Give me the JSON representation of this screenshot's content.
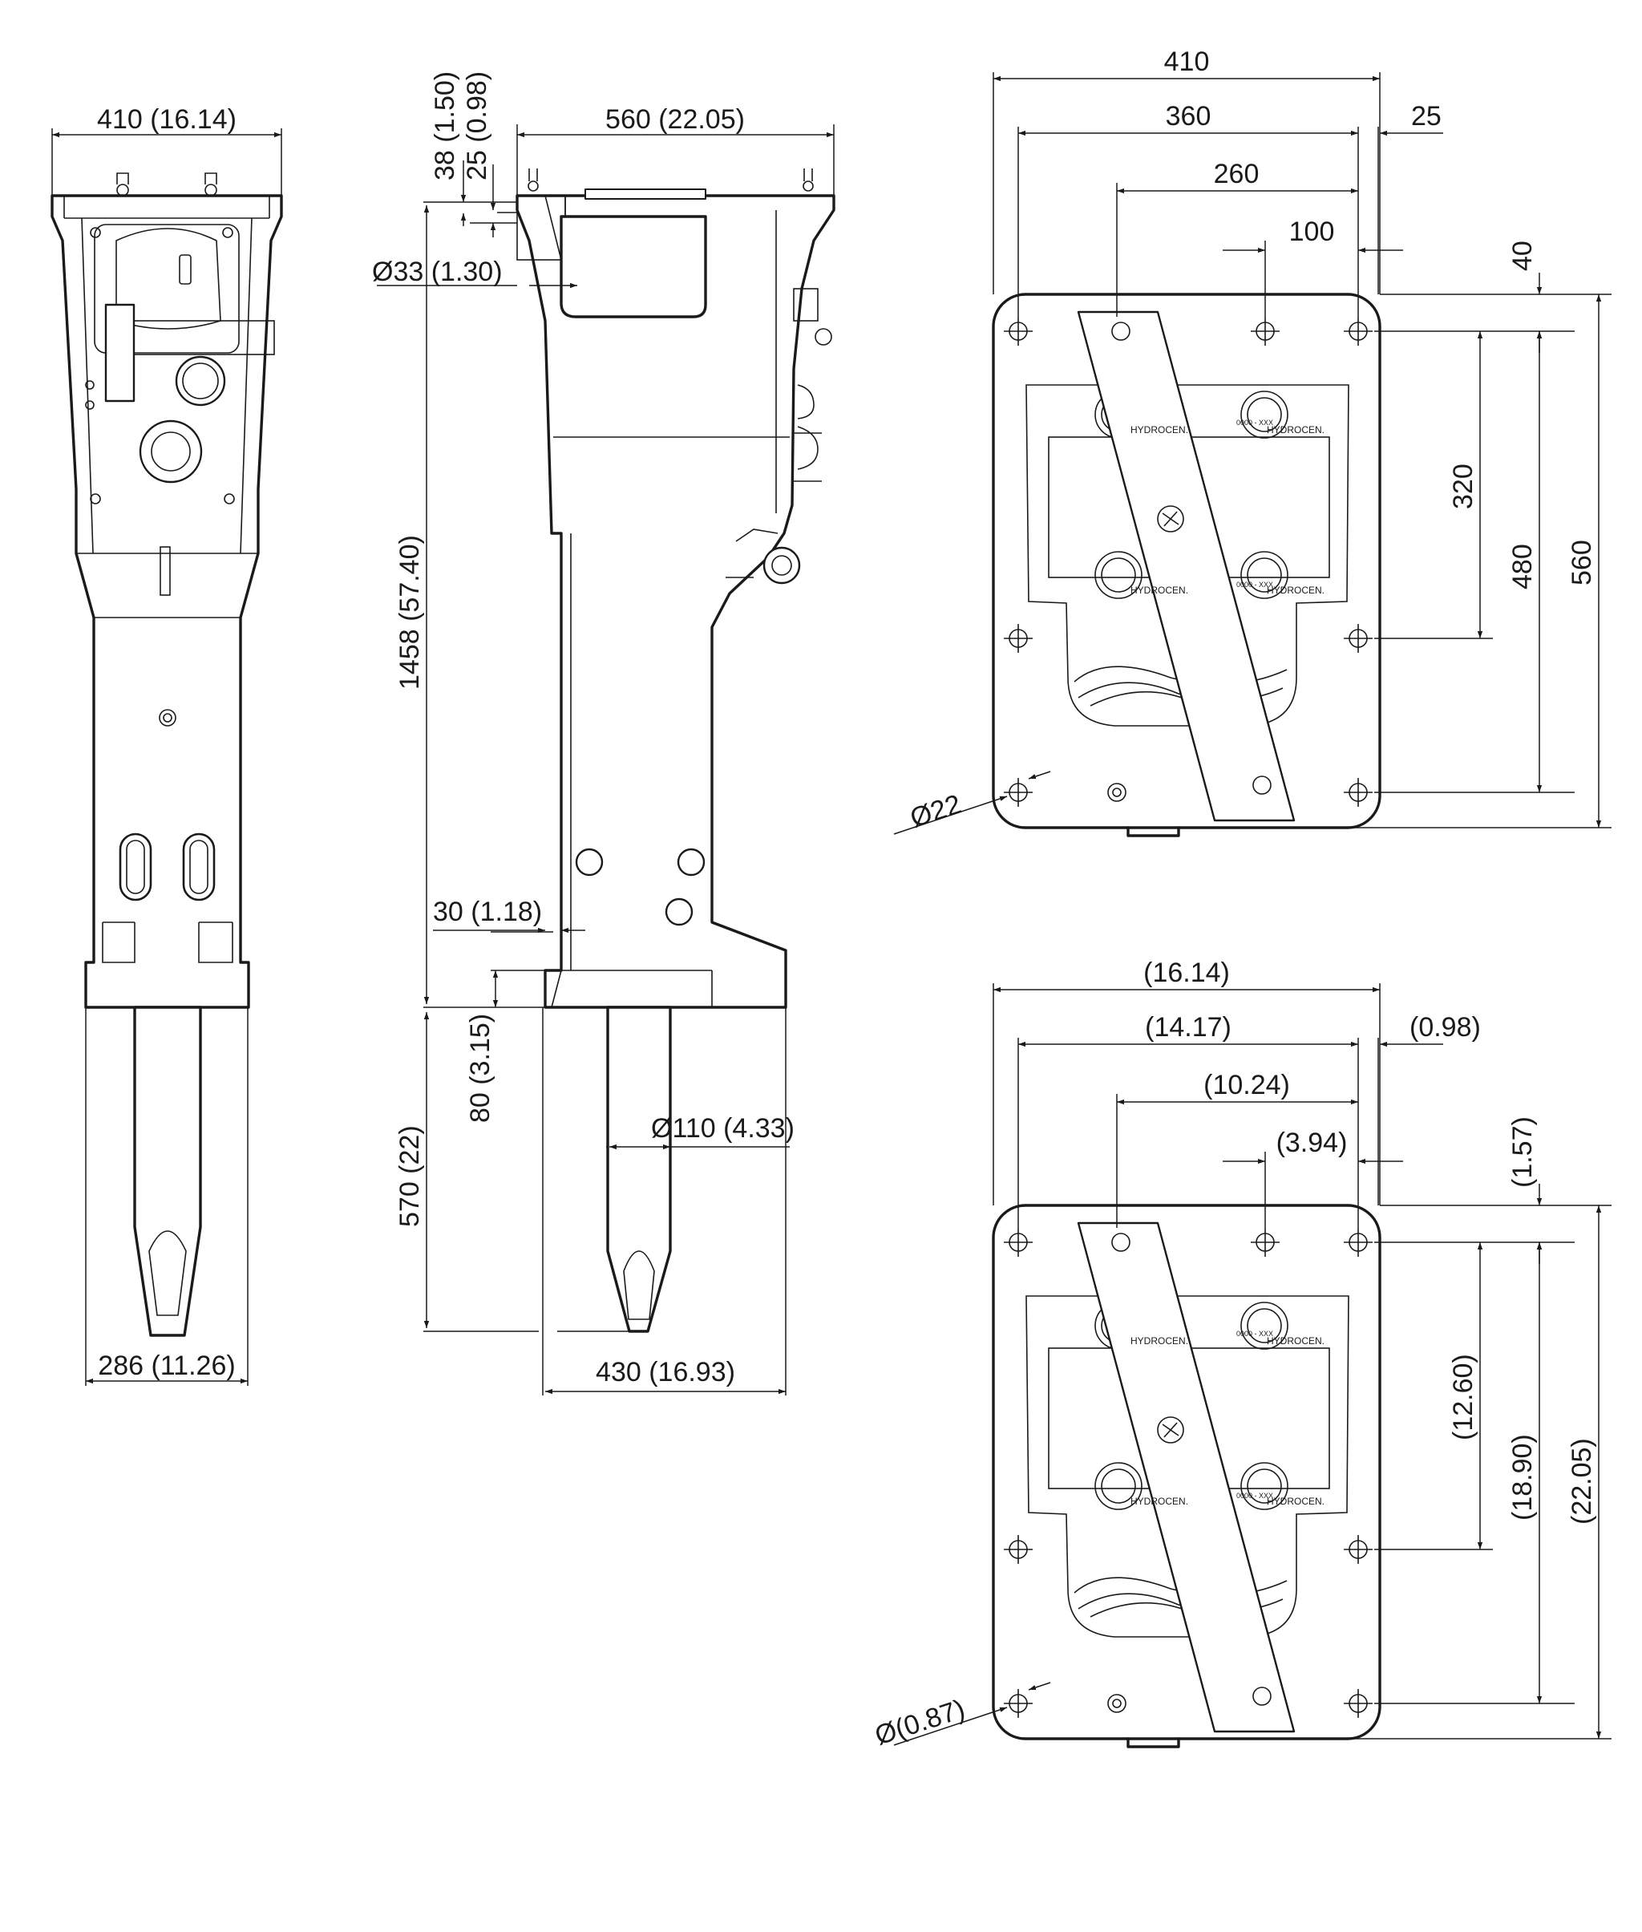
{
  "front_view": {
    "top_width": "410 (16.14)",
    "bottom_width": "286 (11.26)"
  },
  "side_view": {
    "top_flange_1": "38 (1.50)",
    "top_flange_2": "25 (0.98)",
    "top_length": "560 (22.05)",
    "pin_dia": "Ø33 (1.30)",
    "body_height": "1458 (57.40)",
    "wall": "30 (1.18)",
    "collar": "80 (3.15)",
    "tool_length": "570 (22)",
    "tool_dia": "Ø110 (4.33)",
    "base_width": "430 (16.93)"
  },
  "plate_mm": {
    "overall_width": "410",
    "bolt_span": "360",
    "edge_offset": "25",
    "inner_span": "260",
    "center_offset": "100",
    "top_offset": "40",
    "hole_span_1": "320",
    "hole_span_2": "480",
    "overall_height": "560",
    "hole_dia": "Ø22"
  },
  "plate_in": {
    "overall_width": "(16.14)",
    "bolt_span": "(14.17)",
    "edge_offset": "(0.98)",
    "inner_span": "(10.24)",
    "center_offset": "(3.94)",
    "top_offset": "(1.57)",
    "hole_span_1": "(12.60)",
    "hole_span_2": "(18.90)",
    "overall_height": "(22.05)",
    "hole_dia": "Ø(0.87)"
  },
  "plate_stamp": "HYDROCEN.",
  "plate_code": "0000 - XXX"
}
